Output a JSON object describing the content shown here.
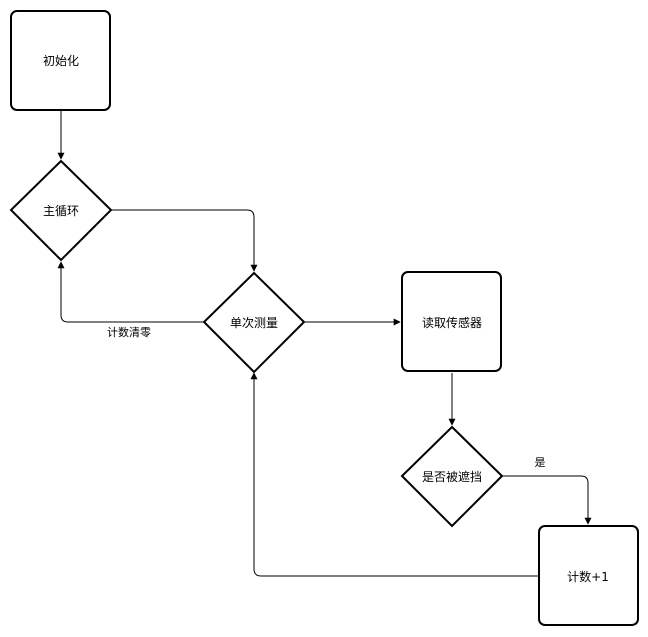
{
  "nodes": {
    "init": {
      "label": "初始化",
      "shape": "rounded-rect"
    },
    "main_loop": {
      "label": "主循环",
      "shape": "diamond"
    },
    "single_measure": {
      "label": "单次测量",
      "shape": "diamond"
    },
    "read_sensor": {
      "label": "读取传感器",
      "shape": "rounded-rect"
    },
    "blocked_check": {
      "label": "是否被遮挡",
      "shape": "diamond"
    },
    "count_inc": {
      "label": "计数+1",
      "shape": "rounded-rect"
    }
  },
  "edges": {
    "reset_label": "计数清零",
    "yes_label": "是"
  },
  "colors": {
    "stroke": "#000000",
    "fill": "#ffffff",
    "background": "#ffffff"
  }
}
